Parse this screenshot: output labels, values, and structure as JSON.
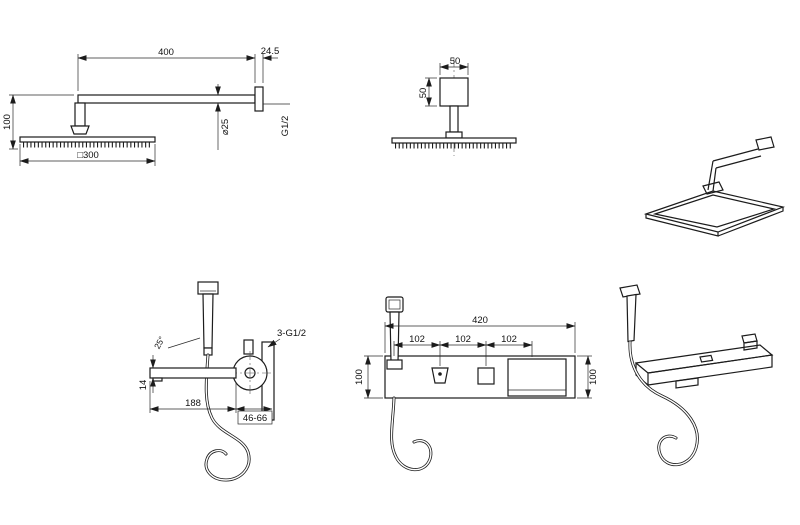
{
  "colors": {
    "background": "#ffffff",
    "line": "#1c1c1c"
  },
  "views": {
    "overhead_side": {
      "dims": {
        "arm_length": "400",
        "wall_plate": "24.5",
        "height": "100",
        "pipe_dia": "⌀25",
        "thread": "G1/2",
        "head_size": "□300"
      }
    },
    "overhead_front": {
      "dims": {
        "width": "50",
        "height": "50"
      }
    },
    "mixer_side": {
      "dims": {
        "thread": "3-G1/2",
        "angle": "25°",
        "spout_height": "14",
        "spout_length": "188",
        "wall_depth": "46-66"
      }
    },
    "mixer_front": {
      "dims": {
        "total_width": "420",
        "spacing_1": "102",
        "spacing_2": "102",
        "spacing_3": "102",
        "height_left": "100",
        "height_right": "100"
      }
    }
  }
}
